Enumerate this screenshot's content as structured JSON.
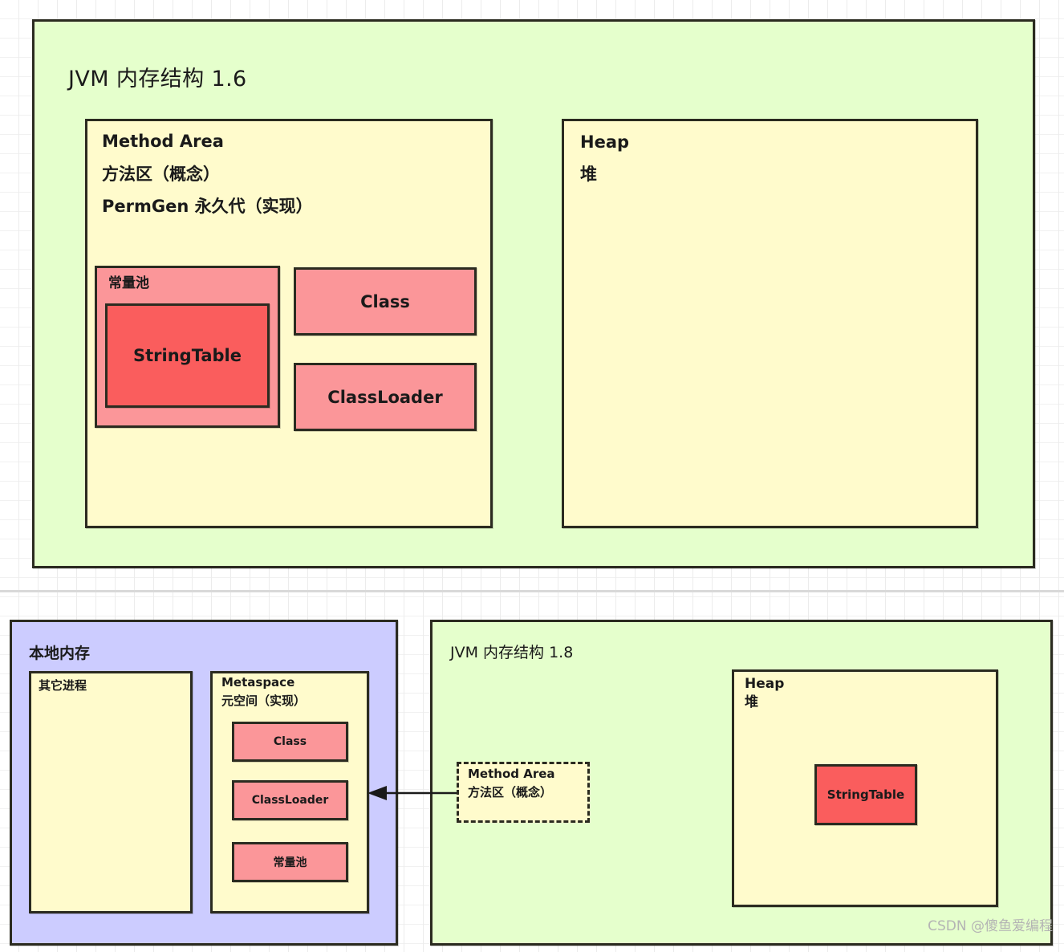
{
  "diagram": {
    "watermark": "CSDN @傻鱼爱编程",
    "colors": {
      "green_fill": "#E5FFCC",
      "yellow_fill": "#FFFBCC",
      "pink_fill": "#FB9699",
      "red_fill": "#FA5D5D",
      "purple_fill": "#CCCCFF",
      "border": "#2b2b20"
    }
  },
  "jvm16": {
    "title": "JVM 内存结构 1.6",
    "method_area": {
      "line1": "Method Area",
      "line2": "方法区（概念）",
      "line3": "PermGen 永久代（实现）",
      "constant_pool": {
        "label": "常量池",
        "string_table": "StringTable"
      },
      "class_box": "Class",
      "classloader_box": "ClassLoader"
    },
    "heap": {
      "line1": "Heap",
      "line2": "堆"
    }
  },
  "native_memory": {
    "title": "本地内存",
    "other_processes": "其它进程",
    "metaspace": {
      "line1": "Metaspace",
      "line2": "元空间（实现）",
      "items": [
        "Class",
        "ClassLoader",
        "常量池"
      ]
    }
  },
  "jvm18": {
    "title": "JVM 内存结构 1.8",
    "method_area_concept": {
      "line1": "Method Area",
      "line2": "方法区（概念）"
    },
    "heap": {
      "line1": "Heap",
      "line2": "堆",
      "string_table": "StringTable"
    }
  }
}
